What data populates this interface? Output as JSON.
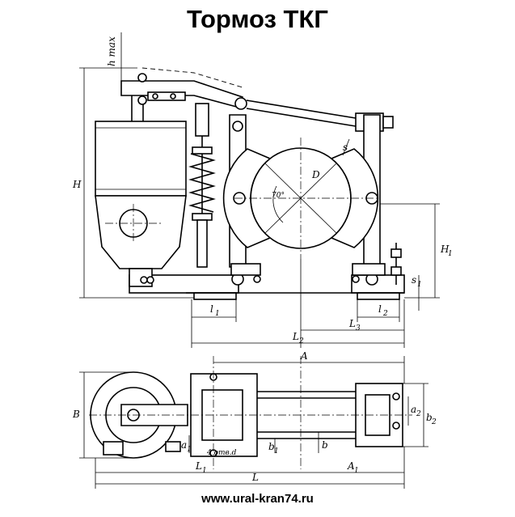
{
  "title": "Тормоз ТКГ",
  "website": "www.ural-kran74.ru",
  "labels": {
    "h_max": "h max",
    "H": "H",
    "H1": "H",
    "H1_sub": "1",
    "s": "s",
    "s1": "s",
    "s1_sub": "1",
    "D": "D",
    "angle": "70°",
    "l1": "l",
    "l1_sub": "1",
    "l2": "l",
    "l2_sub": "2",
    "L3": "L",
    "L3_sub": "3",
    "L2": "L",
    "L2_sub": "2",
    "A": "A",
    "B": "B",
    "a1": "a",
    "a1_sub": "1",
    "holes": "4 отв.d",
    "b1": "b",
    "b1_sub": "1",
    "b": "b",
    "a2": "a",
    "a2_sub": "2",
    "b2": "b",
    "b2_sub": "2",
    "L1": "L",
    "L1_sub": "1",
    "A1": "A",
    "A1_sub": "1",
    "L": "L"
  }
}
